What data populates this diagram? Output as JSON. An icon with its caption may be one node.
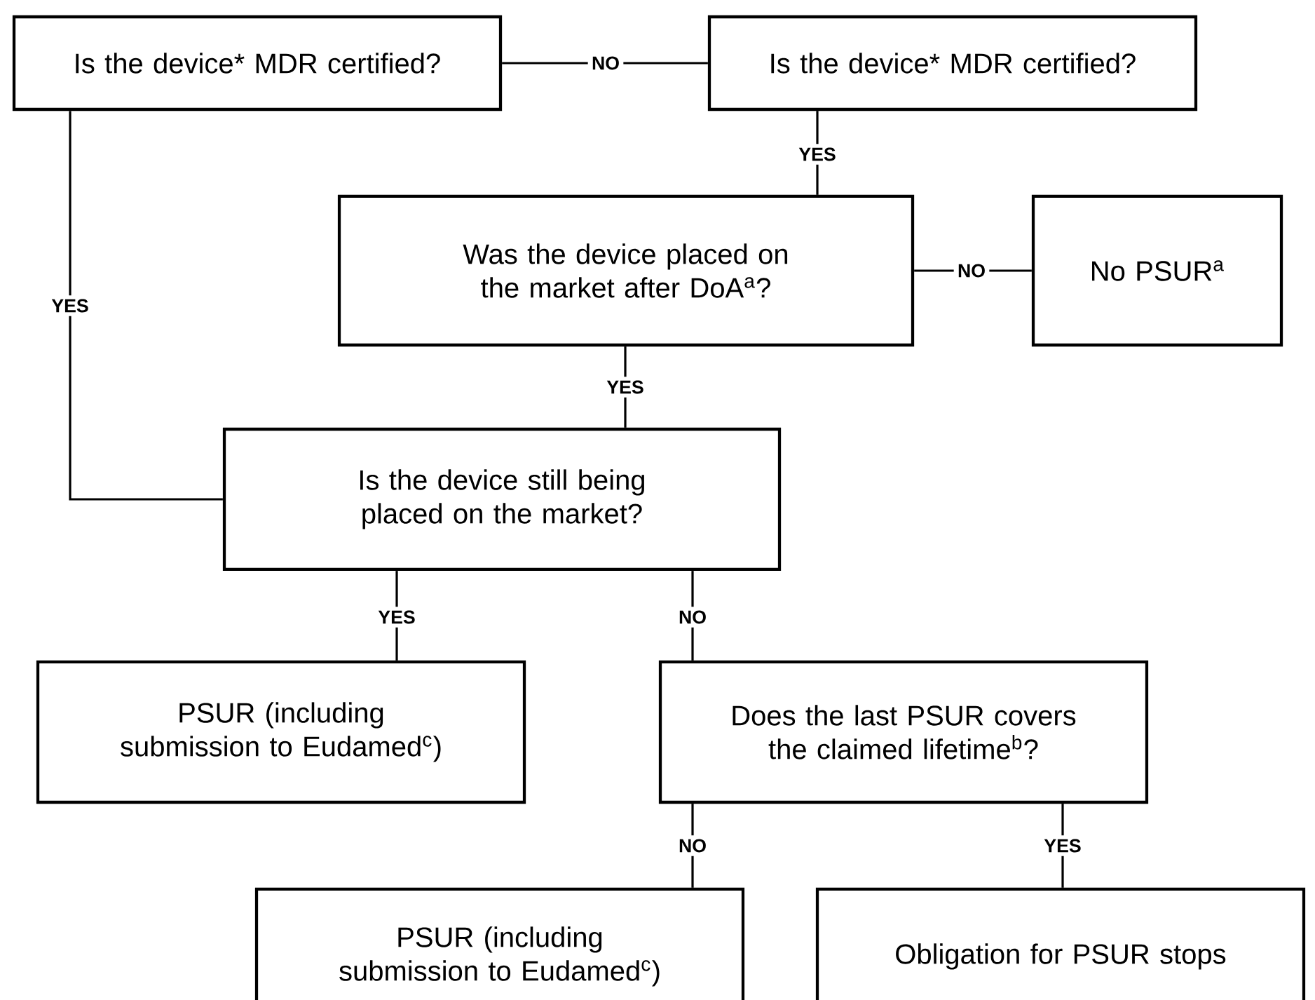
{
  "diagram": {
    "nodes": [
      {
        "text": [
          "Is the device* MDR certified?"
        ]
      },
      {
        "text": [
          "Is the device* MDR certified?"
        ]
      },
      {
        "text": [
          "Was the device placed on the market after DoA$^{a}$?"
        ]
      },
      {
        "text": [
          "No PSUR$^{a}$"
        ]
      },
      {
        "text": [
          "Is the device still being placed on the market?"
        ]
      },
      {
        "text": [
          "PSUR (including submission to Eudamed$^{c}$)"
        ]
      },
      {
        "text": [
          "Does the last PSUR covers the claimed lifetime$^{b}$?"
        ]
      },
      {
        "text": [
          "PSUR (including submission to Eudamed$^{c}$)"
        ]
      },
      {
        "text": [
          "Obligation for PSUR stops"
        ]
      }
    ],
    "edges": [
      {
        "from": 0,
        "to": 1,
        "arrow": "none",
        "label": "NO"
      },
      {
        "from": 1,
        "to": 2,
        "arrow": "none",
        "label": "YES"
      },
      {
        "from": 2,
        "to": 3,
        "arrow": "none",
        "label": "NO"
      },
      {
        "from": 0,
        "to": 4,
        "arrow": "none",
        "label": "YES"
      },
      {
        "from": 2,
        "to": 4,
        "arrow": "none",
        "label": "YES"
      },
      {
        "from": 4,
        "to": 5,
        "arrow": "none",
        "label": "YES"
      },
      {
        "from": 4,
        "to": 6,
        "arrow": "none",
        "label": "NO"
      },
      {
        "from": 6,
        "to": 7,
        "arrow": "none",
        "label": "NO"
      },
      {
        "from": 6,
        "to": 8,
        "arrow": "none",
        "label": "YES"
      }
    ]
  }
}
